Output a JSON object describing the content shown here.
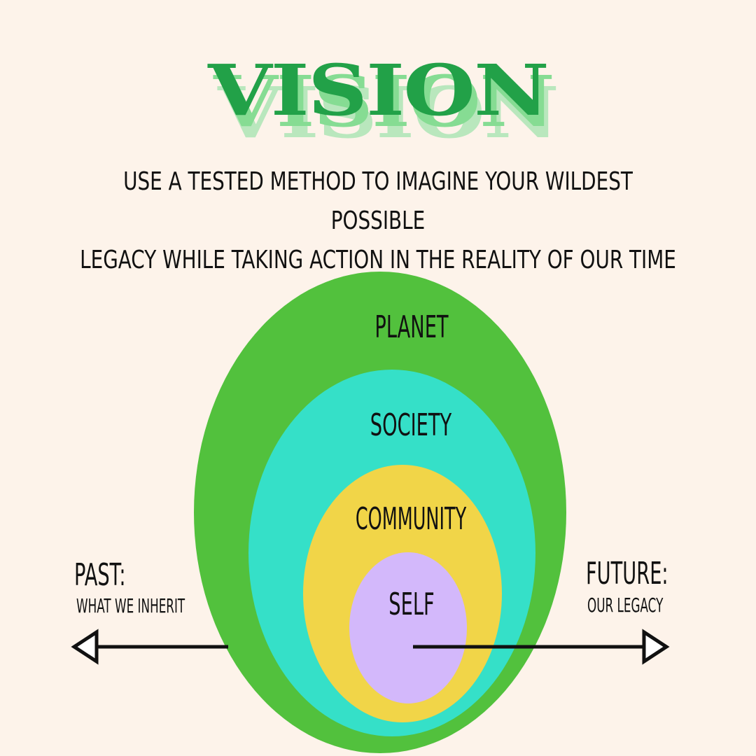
{
  "title": "VISION",
  "subtitle": {
    "line1": "USE A TESTED METHOD TO IMAGINE YOUR WILDEST POSSIBLE",
    "line2": "LEGACY WHILE TAKING ACTION IN THE REALITY OF OUR TIME"
  },
  "circles": [
    {
      "label": "PLANET",
      "color": "#52c13d"
    },
    {
      "label": "SOCIETY",
      "color": "#35e0c8"
    },
    {
      "label": "COMMUNITY",
      "color": "#f1d548"
    },
    {
      "label": "SELF",
      "color": "#d3b8fb"
    }
  ],
  "timeline": {
    "past": {
      "label": "PAST:",
      "caption": "WHAT WE INHERIT"
    },
    "future": {
      "label": "FUTURE:",
      "caption": "OUR LEGACY"
    }
  }
}
